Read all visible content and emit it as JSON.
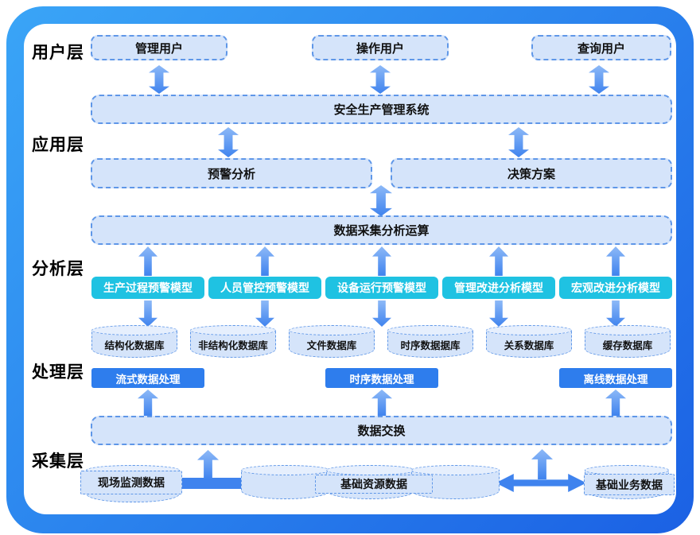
{
  "colors": {
    "frame1": "#3aa5f7",
    "frame2": "#1b61e4",
    "fill": "#d5e4fa",
    "fill2": "#e6effd",
    "stroke": "#5f97e8",
    "model": "#1fc2e2",
    "solid": "#2e7ded",
    "arrow": "#3f83ee",
    "arrowLight": "#8db9f7",
    "ink": "#111111"
  },
  "layers": [
    {
      "label": "用户层"
    },
    {
      "label": "应用层"
    },
    {
      "label": "分析层"
    },
    {
      "label": "处理层"
    },
    {
      "label": "采集层"
    }
  ],
  "user": {
    "boxes": [
      "管理用户",
      "操作用户",
      "查询用户"
    ]
  },
  "app": {
    "system": "安全生产管理系统",
    "boxes": [
      "预警分析",
      "决策方案"
    ]
  },
  "analysis": {
    "compute": "数据采集分析运算",
    "models": [
      "生产过程预警模型",
      "人员管控预警模型",
      "设备运行预警模型",
      "管理改进分析模型",
      "宏观改进分析模型"
    ]
  },
  "process": {
    "databases": [
      "结构化数据库",
      "非结构化数据库",
      "文件数据库",
      "时序数据据库",
      "关系数据库",
      "缓存数据库"
    ],
    "processors": [
      "流式数据处理",
      "时序数据处理",
      "离线数据处理"
    ]
  },
  "collect": {
    "exchange": "数据交换",
    "sources": [
      "现场监测数据",
      "基础资源数据",
      "基础业务数据"
    ]
  }
}
